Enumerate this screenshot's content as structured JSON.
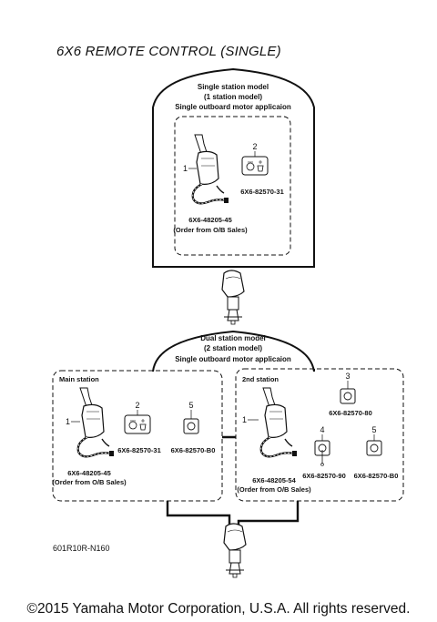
{
  "title": "6X6 REMOTE CONTROL (SINGLE)",
  "single": {
    "header": [
      "Single station model",
      "(1 station model)",
      "Single outboard motor applicaion"
    ],
    "item1": {
      "num": "1",
      "part": "6X6-48205-45",
      "note": "(Order from O/B Sales)"
    },
    "item2": {
      "num": "2",
      "part": "6X6-82570-31"
    }
  },
  "dual": {
    "header": [
      "Dual station model",
      "(2 station model)",
      "Single outboard motor applicaion"
    ],
    "main": {
      "label": "Main station",
      "item1": {
        "num": "1",
        "part": "6X6-48205-45",
        "note": "(Order from O/B Sales)"
      },
      "item2": {
        "num": "2",
        "part": "6X6-82570-31"
      },
      "item5": {
        "num": "5",
        "part": "6X6-82570-B0"
      }
    },
    "second": {
      "label": "2nd station",
      "item1": {
        "num": "1",
        "part": "6X6-48205-54",
        "note": "(Order from O/B Sales)"
      },
      "item3": {
        "num": "3",
        "part": "6X6-82570-80"
      },
      "item4": {
        "num": "4",
        "part": "6X6-82570-90"
      },
      "item5": {
        "num": "5",
        "part": "6X6-82570-B0"
      }
    }
  },
  "ref_code": "601R10R-N160",
  "copyright": "©2015 Yamaha Motor Corporation, U.S.A. All rights reserved."
}
